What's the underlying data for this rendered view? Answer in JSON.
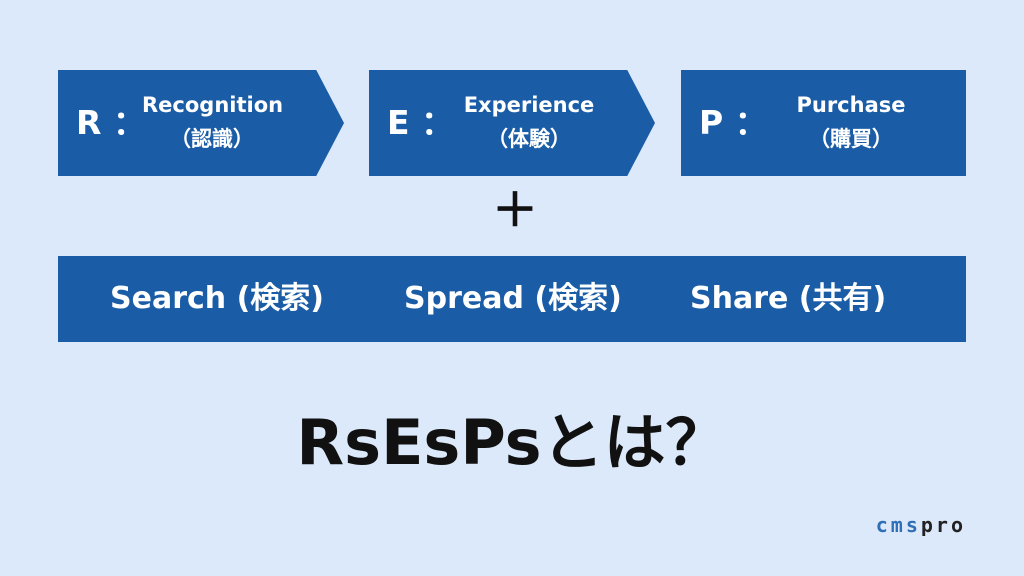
{
  "steps": [
    {
      "letter": "R ：",
      "word": "Recognition",
      "ja": "（認識）"
    },
    {
      "letter": "E ：",
      "word": "Experience",
      "ja": "（体験）"
    },
    {
      "letter": "P ：",
      "word": "Purchase",
      "ja": "（購買）"
    }
  ],
  "plus": "＋",
  "s_items": [
    "Search (検索)",
    "Spread (検索)",
    "Share (共有)"
  ],
  "title": "RsEsPsとは？",
  "brand": {
    "part1": "cms",
    "part2": "pro"
  },
  "colors": {
    "background": "#dce9fb",
    "box": "#1a5da6",
    "text_on_box": "#ffffff",
    "title": "#111111"
  }
}
